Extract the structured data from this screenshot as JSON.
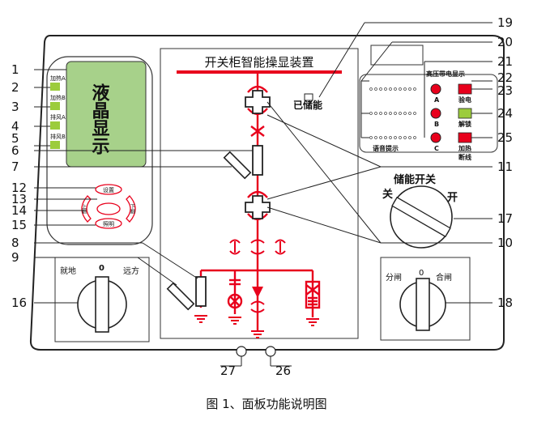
{
  "panel": {
    "lcd": {
      "text": "液晶显示",
      "color": "#a7d18a"
    },
    "left_indicators": [
      "加热A",
      "加热B",
      "排风A",
      "排风B"
    ],
    "indicator_color": "#9ccc3c",
    "keys": {
      "set": "设置",
      "up": "上翻",
      "down": "下翻",
      "light": "照明"
    },
    "title": "开关柜智能操显装置",
    "stored_energy": "已储能",
    "hv_label": "高压带电显示",
    "phases": [
      "A",
      "B",
      "C"
    ],
    "voice_label": "语音提示",
    "right_labels": {
      "inspect": "验电",
      "unlock": "解锁",
      "heat_off_1": "加热",
      "heat_off_2": "断线"
    },
    "energy_switch": {
      "title": "储能开关",
      "off": "关",
      "on": "开"
    },
    "local_remote": {
      "local": "就地",
      "zero": "0",
      "remote": "远方"
    },
    "open_close": {
      "open": "分闸",
      "zero": "0",
      "close": "合闸"
    },
    "callouts": [
      "1",
      "2",
      "3",
      "4",
      "5",
      "6",
      "7",
      "8",
      "9",
      "10",
      "11",
      "12",
      "13",
      "14",
      "15",
      "16",
      "17",
      "18",
      "19",
      "20",
      "21",
      "22",
      "23",
      "24",
      "25",
      "26",
      "27"
    ],
    "colors": {
      "bus": "#e8001c",
      "frame": "#222222"
    }
  },
  "caption": "图 1、面板功能说明图"
}
